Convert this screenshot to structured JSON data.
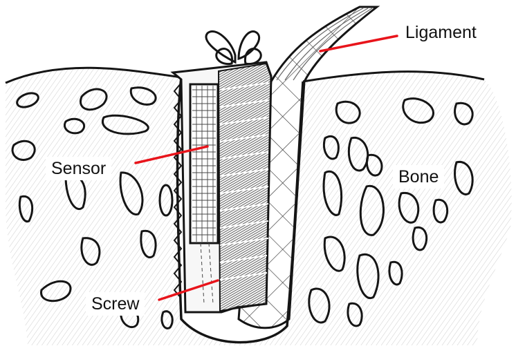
{
  "labels": {
    "ligament": "Ligament",
    "sensor": "Sensor",
    "bone": "Bone",
    "screw": "Screw"
  },
  "colors": {
    "leader_line": "#e8141b",
    "ink": "#151515",
    "paper": "#ffffff",
    "hatch": "#8a8a8a"
  },
  "icons": [
    "bone-pore-icon",
    "screw-thread-icon",
    "sensor-grid-icon",
    "ligament-knot-icon"
  ]
}
